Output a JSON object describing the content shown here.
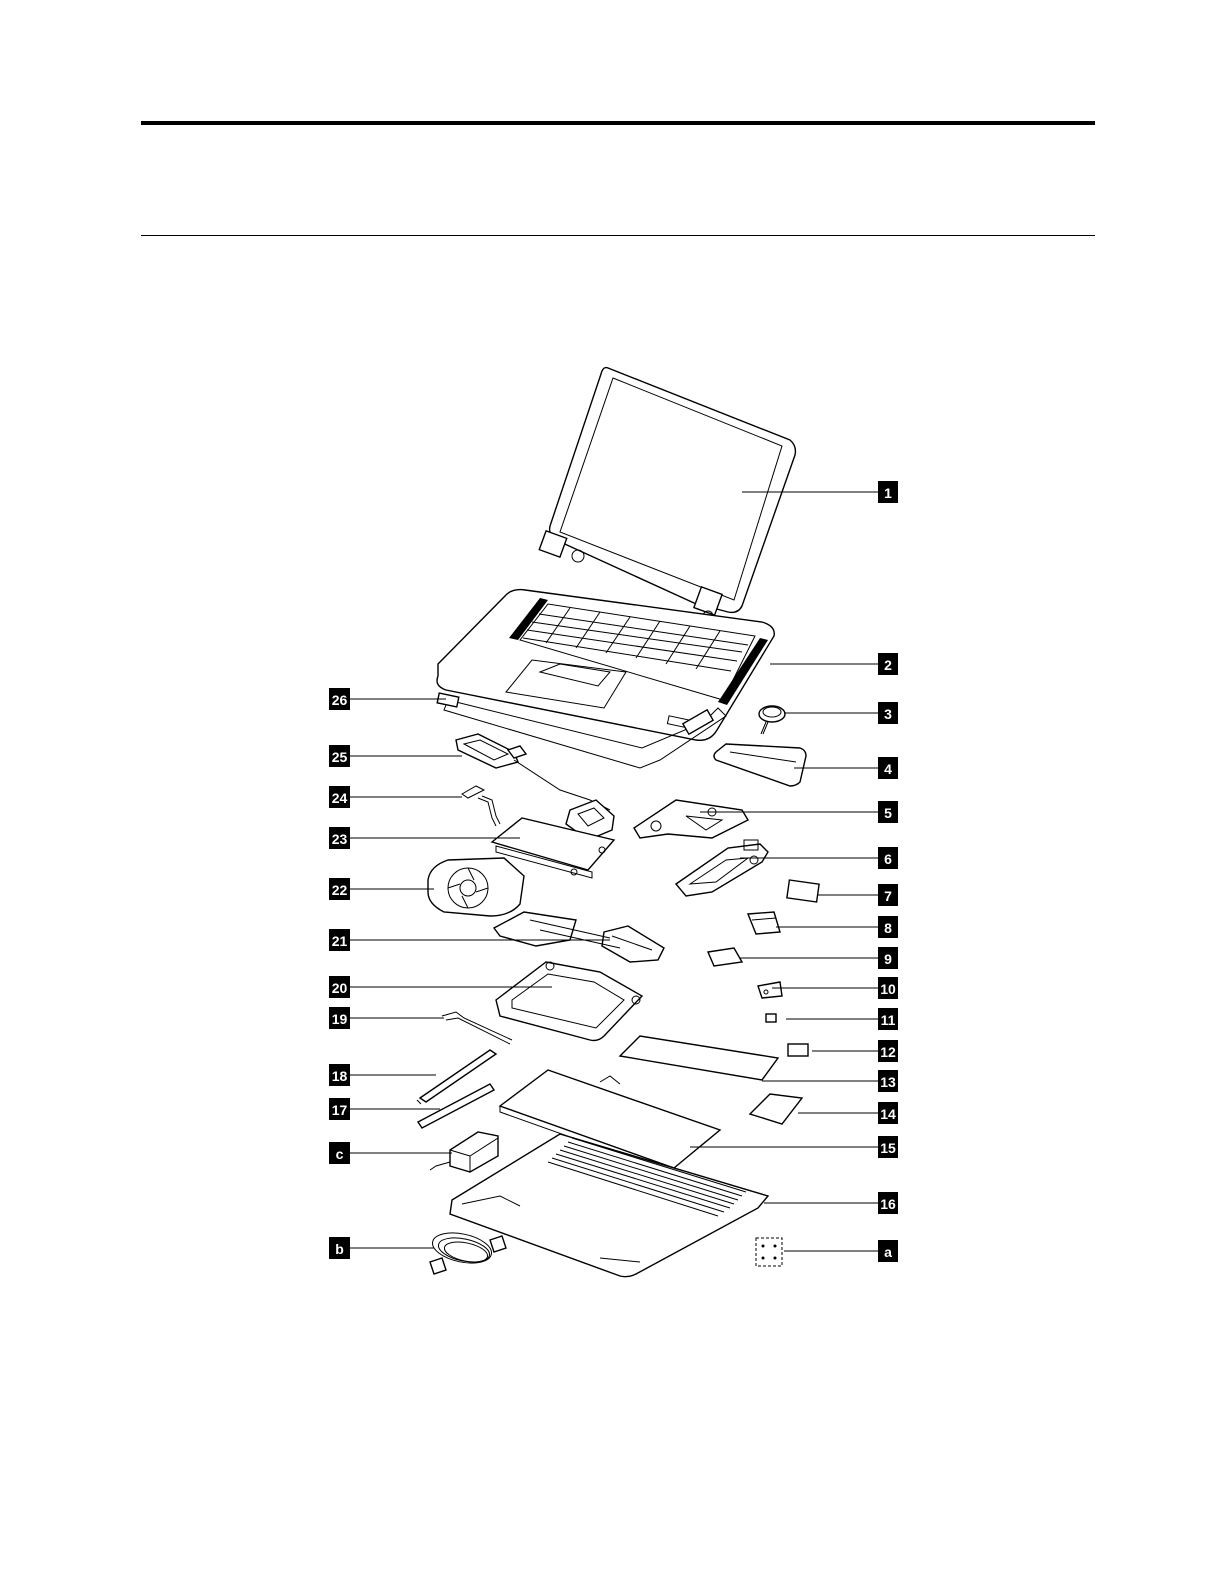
{
  "callouts": {
    "right": [
      "1",
      "2",
      "3",
      "4",
      "5",
      "6",
      "7",
      "8",
      "9",
      "10",
      "11",
      "12",
      "13",
      "14",
      "15",
      "16",
      "a"
    ],
    "left": [
      "26",
      "25",
      "24",
      "23",
      "22",
      "21",
      "20",
      "19",
      "18",
      "17",
      "c",
      "b"
    ]
  },
  "colors": {
    "callout_bg": "#000000",
    "callout_text": "#ffffff",
    "line": "#000000"
  }
}
